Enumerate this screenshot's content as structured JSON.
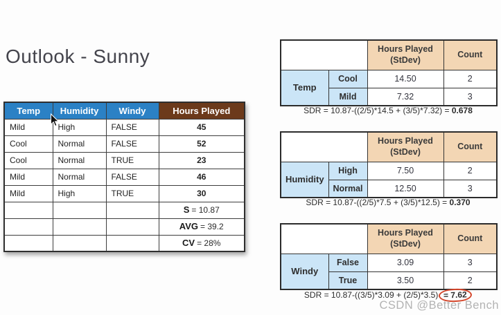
{
  "title": "Outlook - Sunny",
  "watermark": "CSDN @Better Bench",
  "colors": {
    "header_blue": "#2b81c5",
    "header_brown": "#6c3a1b",
    "header_peach": "#f3d6b4",
    "stub_light_blue": "#cbe5f7",
    "ellipse_red": "#d4452a"
  },
  "left_table": {
    "headers": [
      "Temp",
      "Humidity",
      "Windy",
      "Hours Played"
    ],
    "rows": [
      [
        "Mild",
        "High",
        "FALSE",
        "45"
      ],
      [
        "Cool",
        "Normal",
        "FALSE",
        "52"
      ],
      [
        "Cool",
        "Normal",
        "TRUE",
        "23"
      ],
      [
        "Mild",
        "Normal",
        "FALSE",
        "46"
      ],
      [
        "Mild",
        "High",
        "TRUE",
        "30"
      ]
    ],
    "summary": [
      {
        "label": "S",
        "value": "= 10.87"
      },
      {
        "label": "AVG",
        "value": "= 39.2"
      },
      {
        "label": "CV",
        "value": "= 28%"
      }
    ]
  },
  "split_tables": [
    {
      "factor": "Temp",
      "stdev_header": "Hours Played\n(StDev)",
      "count_header": "Count",
      "rows": [
        {
          "level": "Cool",
          "stdev": "14.50",
          "count": "2"
        },
        {
          "level": "Mild",
          "stdev": "7.32",
          "count": "3"
        }
      ],
      "sdr": {
        "formula": "SDR = 10.87-((2/5)*14.5 + (3/5)*7.32) =",
        "result": "0.678"
      }
    },
    {
      "factor": "Humidity",
      "stdev_header": "Hours Played\n(StDev)",
      "count_header": "Count",
      "rows": [
        {
          "level": "High",
          "stdev": "7.50",
          "count": "2"
        },
        {
          "level": "Normal",
          "stdev": "12.50",
          "count": "3"
        }
      ],
      "sdr": {
        "formula": "SDR = 10.87-((2/5)*7.5 + (3/5)*12.5) =",
        "result": "0.370"
      }
    },
    {
      "factor": "Windy",
      "stdev_header": "Hours Played\n(StDev)",
      "count_header": "Count",
      "rows": [
        {
          "level": "False",
          "stdev": "3.09",
          "count": "3"
        },
        {
          "level": "True",
          "stdev": "3.50",
          "count": "2"
        }
      ],
      "sdr": {
        "formula": "SDR = 10.87-((3/5)*3.09 + (2/5)*3.5)",
        "result": "= 7.62"
      }
    }
  ]
}
